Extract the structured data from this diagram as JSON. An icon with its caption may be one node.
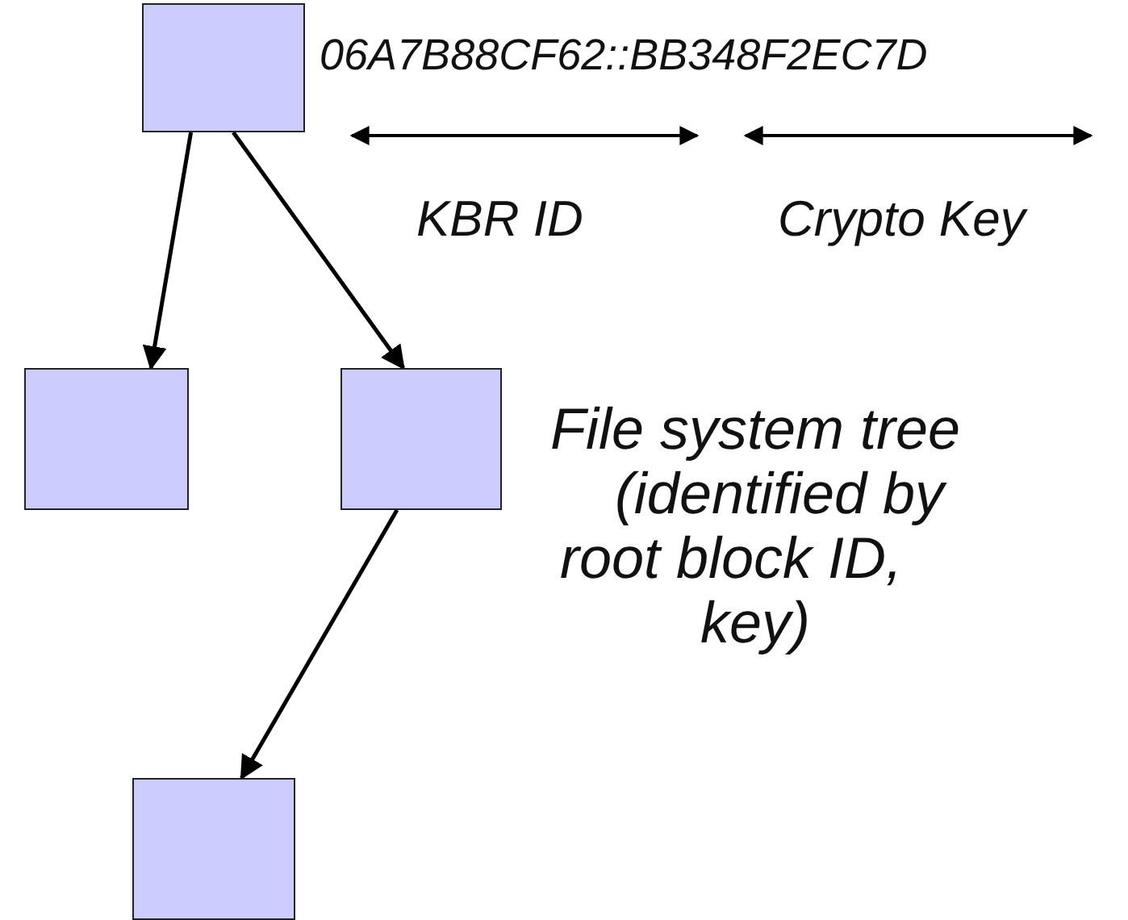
{
  "diagram": {
    "nodes": [
      {
        "text": [],
        "shape": "box",
        "beside": [
          "06A7B88CF62::BB348F2EC7D"
        ]
      },
      {
        "text": [],
        "shape": "box"
      },
      {
        "text": [],
        "shape": "box"
      },
      {
        "text": [],
        "shape": "box"
      }
    ],
    "edges": [
      {
        "from": 0,
        "to": 1,
        "arrow": "to"
      },
      {
        "from": 0,
        "to": 2,
        "arrow": "to"
      },
      {
        "from": 2,
        "to": 3,
        "arrow": "to"
      }
    ],
    "labels": [
      "KBR ID",
      "Crypto Key",
      "File system tree (identified by root block ID, key)"
    ]
  }
}
